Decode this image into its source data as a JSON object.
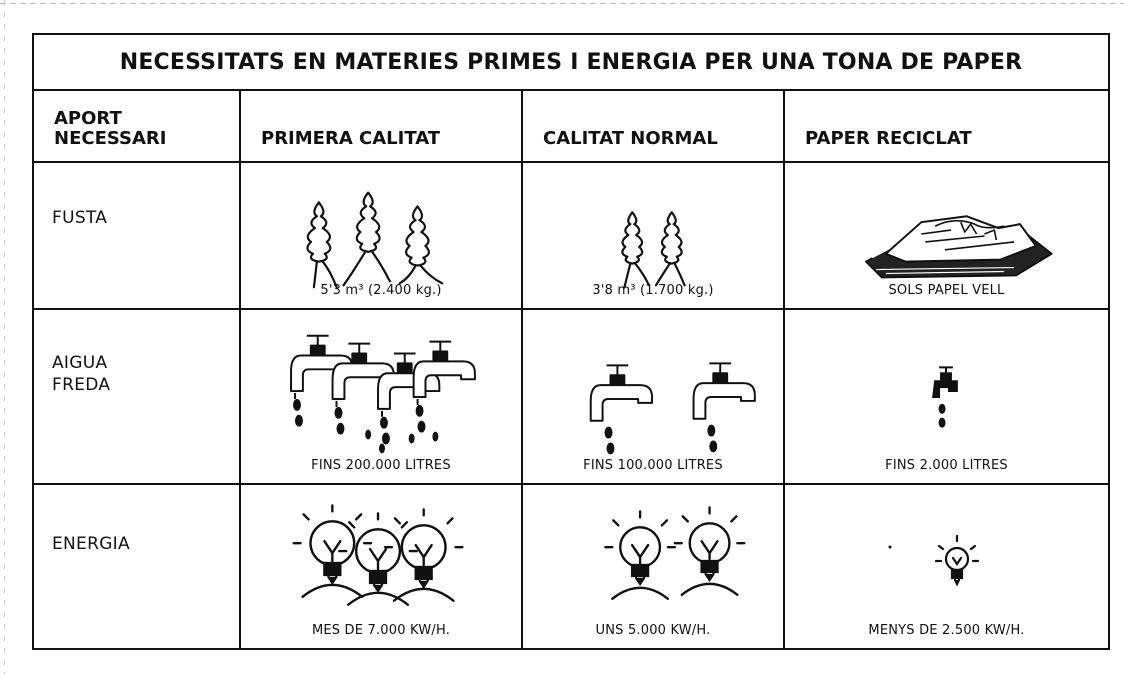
{
  "title": "NECESSITATS EN MATERIES PRIMES I ENERGIA PER UNA TONA DE PAPER",
  "headers": {
    "input_line1": "APORT",
    "input_line2": "NECESSARI",
    "col1": "PRIMERA CALITAT",
    "col2": "CALITAT NORMAL",
    "col3": "PAPER RECICLAT"
  },
  "rows": [
    {
      "label": "FUSTA",
      "label_line2": "",
      "col1": "5'3 m³ (2.400 kg.)",
      "col2": "3'8 m³ (1.700 kg.)",
      "col3": "SOLS PAPEL VELL"
    },
    {
      "label": "AIGUA",
      "label_line2": "FREDA",
      "col1": "FINS 200.000 LITRES",
      "col2": "FINS 100.000 LITRES",
      "col3": "FINS 2.000 LITRES"
    },
    {
      "label": "ENERGIA",
      "label_line2": "",
      "col1": "MES DE 7.000 KW/H.",
      "col2": "UNS 5.000 KW/H.",
      "col3": "MENYS DE 2.500 KW/H."
    }
  ],
  "illustrations": {
    "trees": [
      3,
      2
    ],
    "taps": [
      4,
      2,
      1
    ],
    "bulbs": [
      3,
      2,
      1
    ]
  }
}
